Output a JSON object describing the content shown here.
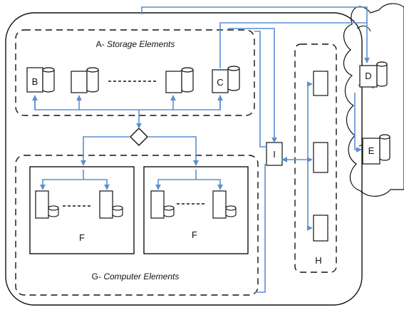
{
  "diagram": {
    "storage_group": {
      "prefix": "A- ",
      "label": "Storage Elements"
    },
    "compute_group": {
      "prefix": "G- ",
      "label": "Computer Elements"
    },
    "storage_items": [
      "B",
      "",
      "",
      "C"
    ],
    "cloud_items": [
      "D",
      "E"
    ],
    "compute_box_labels": [
      "F",
      "F"
    ],
    "interface_label": "I",
    "rack_label": "H"
  },
  "colors": {
    "connector": "#5B8FD0",
    "outline": "#111111",
    "background": "#ffffff"
  }
}
